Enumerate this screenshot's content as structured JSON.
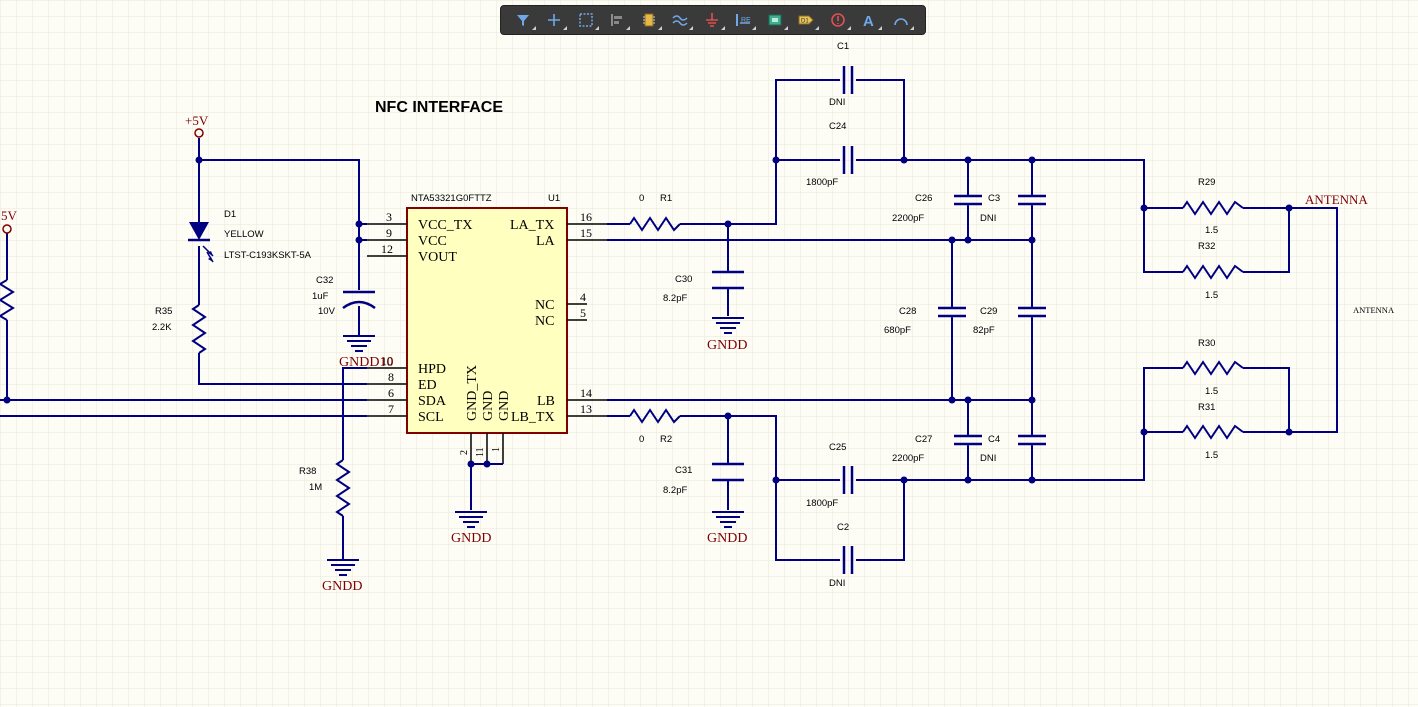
{
  "title": "NFC INTERFACE",
  "toolbar": {
    "icons": [
      "filter-icon",
      "crosshair-icon",
      "select-rect-icon",
      "align-icon",
      "component-icon",
      "wire-icon",
      "ground-icon",
      "bus-icon",
      "net-label-icon",
      "port-icon",
      "directive-icon",
      "text-icon",
      "arc-icon"
    ]
  },
  "ic": {
    "ref": "U1",
    "value": "NTA53321G0FTTZ",
    "left_pins": [
      {
        "num": "3",
        "name": "VCC_TX"
      },
      {
        "num": "9",
        "name": "VCC"
      },
      {
        "num": "12",
        "name": "VOUT"
      },
      {
        "num": "10",
        "name": "HPD"
      },
      {
        "num": "8",
        "name": "ED"
      },
      {
        "num": "6",
        "name": "SDA"
      },
      {
        "num": "7",
        "name": "SCL"
      }
    ],
    "right_pins": [
      {
        "num": "16",
        "name": "LA_TX"
      },
      {
        "num": "15",
        "name": "LA"
      },
      {
        "num": "4",
        "name": "NC"
      },
      {
        "num": "5",
        "name": "NC"
      },
      {
        "num": "14",
        "name": "LB"
      },
      {
        "num": "13",
        "name": "LB_TX"
      }
    ],
    "bottom_pins": [
      {
        "num": "2",
        "name": "GND_TX"
      },
      {
        "num": "11",
        "name": "GND"
      },
      {
        "num": "1",
        "name": "GND"
      }
    ]
  },
  "power": {
    "p5v_main": "+5V",
    "p5v_left": "5V"
  },
  "grounds": {
    "label": "GNDD",
    "c32_pin": "GNDD10"
  },
  "components": {
    "d1": {
      "ref": "D1",
      "color": "YELLOW",
      "part": "LTST-C193KSKT-5A"
    },
    "r35": {
      "ref": "R35",
      "value": "2.2K"
    },
    "c32": {
      "ref": "C32",
      "value": "1uF",
      "voltage": "10V"
    },
    "r38": {
      "ref": "R38",
      "value": "1M"
    },
    "r1": {
      "ref": "R1",
      "value": "0"
    },
    "r2": {
      "ref": "R2",
      "value": "0"
    },
    "c30": {
      "ref": "C30",
      "value": "8.2pF"
    },
    "c31": {
      "ref": "C31",
      "value": "8.2pF"
    },
    "c1": {
      "ref": "C1",
      "value": "DNI"
    },
    "c24": {
      "ref": "C24",
      "value": "1800pF"
    },
    "c25": {
      "ref": "C25",
      "value": "1800pF"
    },
    "c2": {
      "ref": "C2",
      "value": "DNI"
    },
    "c26": {
      "ref": "C26",
      "value": "2200pF"
    },
    "c3": {
      "ref": "C3",
      "value": "DNI"
    },
    "c28": {
      "ref": "C28",
      "value": "680pF"
    },
    "c29": {
      "ref": "C29",
      "value": "82pF"
    },
    "c27": {
      "ref": "C27",
      "value": "2200pF"
    },
    "c4": {
      "ref": "C4",
      "value": "DNI"
    },
    "r29": {
      "ref": "R29",
      "value": "1.5"
    },
    "r32": {
      "ref": "R32",
      "value": "1.5"
    },
    "r30": {
      "ref": "R30",
      "value": "1.5"
    },
    "r31": {
      "ref": "R31",
      "value": "1.5"
    }
  },
  "net_labels": {
    "antenna": "ANTENNA",
    "antenna_port": "ANTENNA"
  }
}
